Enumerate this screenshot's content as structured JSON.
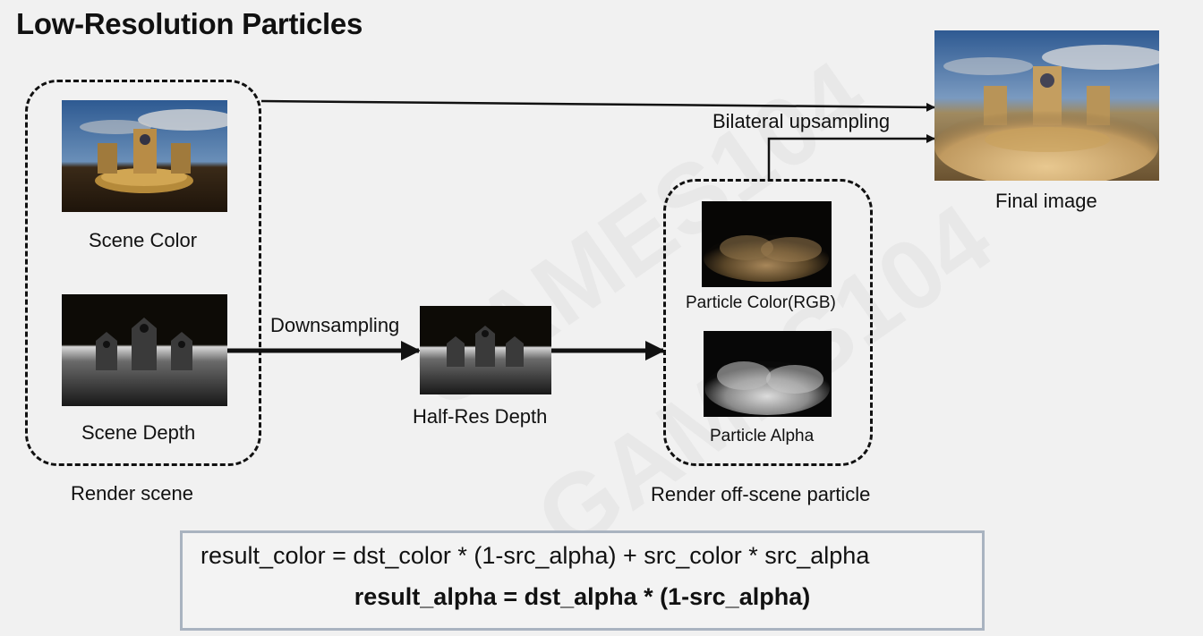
{
  "title": "Low-Resolution Particles",
  "groups": {
    "render_scene": "Render scene",
    "render_particle": "Render off-scene particle"
  },
  "images": {
    "scene_color": "Scene Color",
    "scene_depth": "Scene Depth",
    "half_res_depth": "Half-Res Depth",
    "particle_color": "Particle Color(RGB)",
    "particle_alpha": "Particle Alpha",
    "final_image": "Final image"
  },
  "arrows": {
    "downsampling": "Downsampling",
    "bilateral": "Bilateral upsampling"
  },
  "formula": {
    "line1": "result_color = dst_color * (1-src_alpha) + src_color * src_alpha",
    "line2": "result_alpha = dst_alpha * (1-src_alpha)"
  },
  "colors": {
    "background": "#f1f1f1",
    "formula_border": "#a9b3c0",
    "arrow": "#111111"
  }
}
